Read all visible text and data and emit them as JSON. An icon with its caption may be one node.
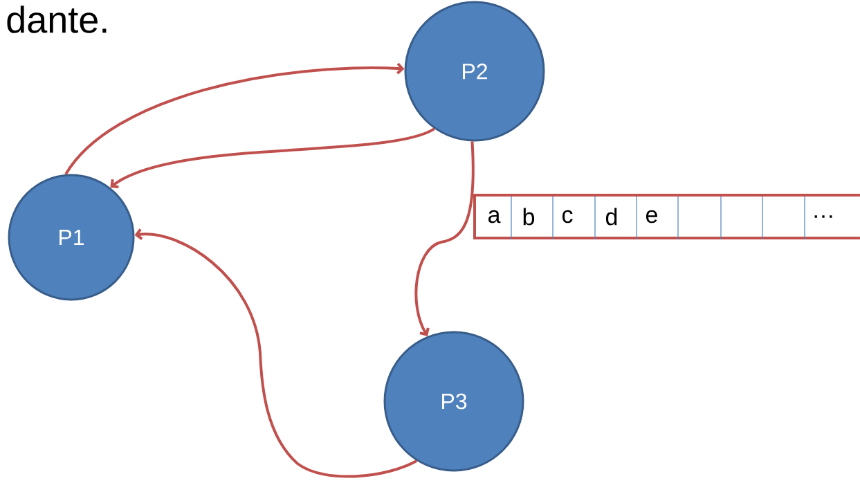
{
  "diagram": {
    "nodes": [
      {
        "text": [
          "P1"
        ]
      },
      {
        "text": [
          "P2"
        ]
      },
      {
        "text": [
          "P3"
        ]
      }
    ],
    "edges": [
      {
        "from": 0,
        "to": 1,
        "arrow": "to"
      },
      {
        "from": 1,
        "to": 0,
        "arrow": "to"
      },
      {
        "from": 1,
        "to": 2,
        "arrow": "to"
      },
      {
        "from": 2,
        "to": 0,
        "arrow": "to"
      }
    ],
    "labels": [
      "dante.",
      "a",
      "b",
      "c",
      "d",
      "e",
      "…"
    ]
  }
}
